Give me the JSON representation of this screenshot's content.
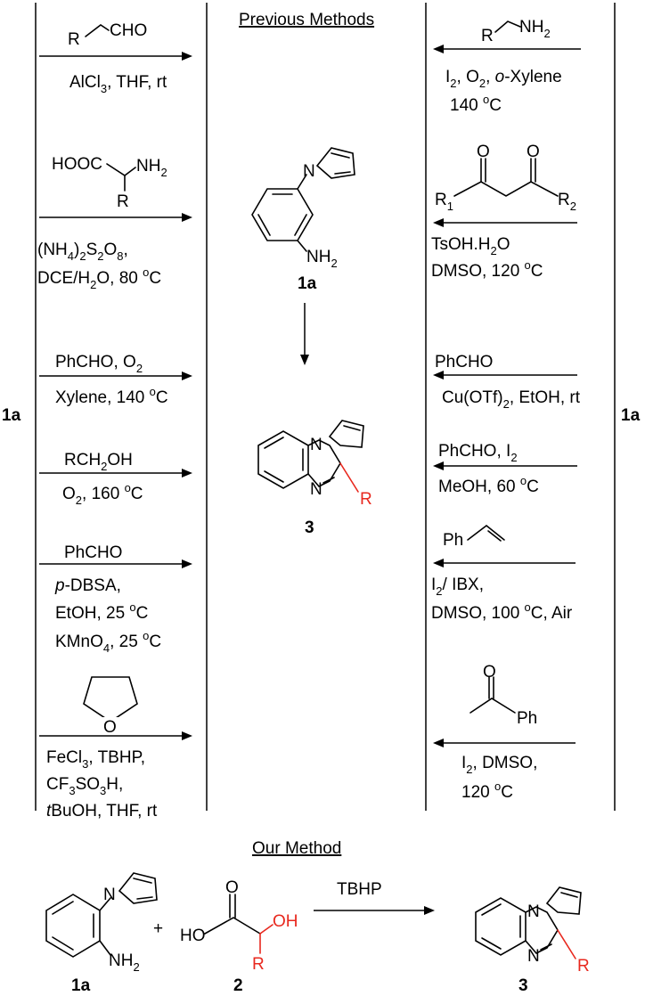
{
  "colors": {
    "ink": "#000000",
    "highlight": "#e8281e",
    "background": "#ffffff"
  },
  "header": {
    "previous": "Previous Methods",
    "ours": "Our Method"
  },
  "side_label": "1a",
  "compound_labels": {
    "start": "1a",
    "product": "3",
    "acid": "2"
  },
  "atoms": {
    "N": "N",
    "NH": "NH",
    "O": "O",
    "R": "R",
    "R1": "R",
    "R2": "R",
    "HO": "HO",
    "OH": "OH",
    "Ph": "Ph",
    "sub1": "1",
    "sub2": "2",
    "sub_nh2": "2"
  },
  "left_methods": [
    {
      "above": [
        "R⁀CHO"
      ],
      "below": [
        "AlCl₃, THF, rt"
      ]
    },
    {
      "above": [
        "HOOC⁀NH₂ / R"
      ],
      "below": [
        "(NH₄)₂S₂O₈,",
        "DCE/H₂O, 80 °C"
      ]
    },
    {
      "above": [
        "PhCHO, O₂"
      ],
      "below": [
        "Xylene, 140 °C"
      ]
    },
    {
      "above": [
        "RCH₂OH"
      ],
      "below": [
        "O₂, 160 °C"
      ]
    },
    {
      "above": [
        "PhCHO"
      ],
      "below": [
        "p-DBSA,",
        "EtOH, 25 °C",
        "KMnO₄, 25 °C"
      ]
    },
    {
      "above": [
        "THF (ring)"
      ],
      "below": [
        "FeCl₃, TBHP,",
        "CF₃SO₃H,",
        "tBuOH, THF, rt"
      ]
    }
  ],
  "right_methods": [
    {
      "above": [
        "R⁀NH₂"
      ],
      "below": [
        "I₂, O₂, o-Xylene",
        "140 °C"
      ]
    },
    {
      "above": [
        "R₁-CO-CH₂-CO-R₂"
      ],
      "below": [
        "TsOH.H₂O",
        "DMSO, 120 °C"
      ]
    },
    {
      "above": [
        "PhCHO"
      ],
      "below": [
        "Cu(OTf)₂, EtOH, rt"
      ]
    },
    {
      "above": [
        "PhCHO, I₂"
      ],
      "below": [
        "MeOH, 60 °C"
      ]
    },
    {
      "above": [
        "styrene"
      ],
      "below": [
        "I₂/ IBX,",
        "DMSO, 100 °C, Air"
      ]
    },
    {
      "above": [
        "acetophenone"
      ],
      "below": [
        "I₂, DMSO,",
        "120 °C"
      ]
    }
  ],
  "our_method": {
    "plus": "+",
    "reagent": "TBHP"
  },
  "text": {
    "l1a_R": "R",
    "l1a_CHO": "CHO",
    "l1b_AlCl": "AlCl",
    "l1b_sub": "3",
    "l1b_rest": ", THF, rt",
    "l2a_HOOC": "HOOC",
    "l2a_NH": "NH",
    "l2a_sub": "2",
    "l2a_R": "R",
    "l2b_l1": "(NH",
    "l2b_s1": "4",
    "l2b_l2": ")",
    "l2b_s2": "2",
    "l2b_l3": "S",
    "l2b_s3": "2",
    "l2b_l4": "O",
    "l2b_s4": "8",
    "l2b_l5": ",",
    "l2c": "DCE/H",
    "l2c_sub": "2",
    "l2c_rest": "O, 80 ",
    "deg": "o",
    "C": "C",
    "l3a": "PhCHO, O",
    "l3a_sub": "2",
    "l3b": "Xylene, 140 ",
    "l4a": "RCH",
    "l4a_sub": "2",
    "l4a_rest": "OH",
    "l4b": "O",
    "l4b_sub": "2",
    "l4b_rest": ", 160 ",
    "l5a": "PhCHO",
    "l5b_it": "p",
    "l5b_rest": "-DBSA,",
    "l5c": "EtOH, 25 ",
    "l5d": "KMnO",
    "l5d_sub": "4",
    "l5d_rest": ", 25 ",
    "l6a": "FeCl",
    "l6a_sub": "3",
    "l6a_rest": ", TBHP,",
    "l6b": "CF",
    "l6b_s1": "3",
    "l6b_m": "SO",
    "l6b_s2": "3",
    "l6b_rest": "H,",
    "l6c_it": "t",
    "l6c_rest": "BuOH, THF, rt",
    "r1a_R": "R",
    "r1a_NH": "NH",
    "r1a_sub": "2",
    "r1b": "I",
    "r1b_s1": "2",
    "r1b_m": ", O",
    "r1b_s2": "2",
    "r1b_m2": ", ",
    "r1b_it": "o",
    "r1b_rest": "-Xylene",
    "r1c": "140 ",
    "r2b": "TsOH.H",
    "r2b_sub": "2",
    "r2b_rest": "O",
    "r2c": "DMSO, 120 ",
    "r3a": "PhCHO",
    "r3b": "Cu(OTf)",
    "r3b_sub": "2",
    "r3b_rest": ", EtOH, rt",
    "r4a": "PhCHO, I",
    "r4a_sub": "2",
    "r4b": "MeOH, 60 ",
    "r5b": "I",
    "r5b_sub": "2",
    "r5b_rest": "/ IBX,",
    "r5c": "DMSO, 100 ",
    "r5c_rest": "C, Air",
    "r6b": "I",
    "r6b_sub": "2",
    "r6b_rest": ", DMSO,",
    "r6c": "120 "
  }
}
